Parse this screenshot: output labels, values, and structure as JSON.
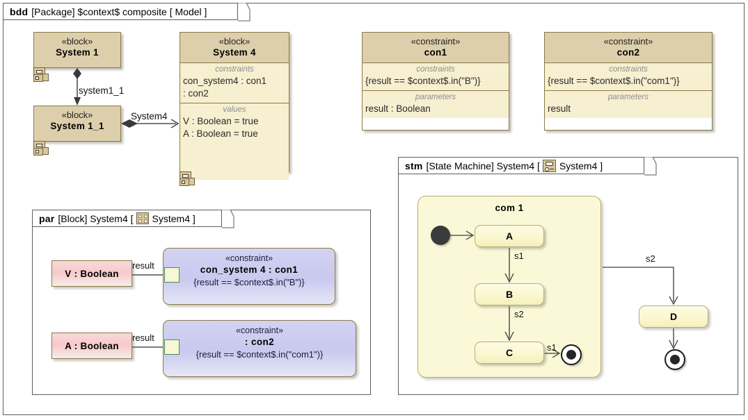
{
  "bdd": {
    "tab": {
      "kind": "bdd",
      "type": "[Package]",
      "name": "$context$ composite",
      "scope": "[ Model ]"
    },
    "blocks": [
      {
        "stereotype": "«block»",
        "name": "System 1"
      },
      {
        "stereotype": "«block»",
        "name": "System 1_1"
      },
      {
        "stereotype": "«block»",
        "name": "System 4",
        "constraints_title": "constraints",
        "constraints": [
          "con_system4 : con1",
          ": con2"
        ],
        "values_title": "values",
        "values": [
          "V : Boolean = true",
          "A : Boolean = true"
        ]
      }
    ],
    "edges": [
      {
        "label": "system1_1"
      },
      {
        "label": "System4"
      }
    ],
    "constraint_blocks": [
      {
        "stereotype": "«constraint»",
        "name": "con1",
        "constraints_title": "constraints",
        "constraint_expr": "{result == $context$.in(\"B\")}",
        "parameters_title": "parameters",
        "parameters": [
          "result : Boolean"
        ]
      },
      {
        "stereotype": "«constraint»",
        "name": "con2",
        "constraints_title": "constraints",
        "constraint_expr": "{result == $context$.in(\"com1\")}",
        "parameters_title": "parameters",
        "parameters": [
          "result"
        ]
      }
    ]
  },
  "par": {
    "tab": {
      "kind": "par",
      "type": "[Block]",
      "name": "System4",
      "scope_open": "[",
      "scope_icon": "block-definition-icon",
      "scope_name": "System4",
      "scope_close": "]"
    },
    "properties": [
      {
        "label": "V : Boolean",
        "pin": "result"
      },
      {
        "label": "A : Boolean",
        "pin": "result"
      }
    ],
    "constraints": [
      {
        "stereotype": "«constraint»",
        "name": "con_system 4 : con1",
        "expr": "{result == $context$.in(\"B\")}"
      },
      {
        "stereotype": "«constraint»",
        "name": ": con2",
        "expr": "{result == $context$.in(\"com1\")}"
      }
    ]
  },
  "stm": {
    "tab": {
      "kind": "stm",
      "type": "[State Machine]",
      "name": "System4",
      "scope_open": "[",
      "scope_icon": "state-machine-icon",
      "scope_name": "System4",
      "scope_close": "]"
    },
    "region": {
      "name": "com 1"
    },
    "states": [
      {
        "name": "A"
      },
      {
        "name": "B"
      },
      {
        "name": "C"
      },
      {
        "name": "D"
      }
    ],
    "pseudostates": [
      {
        "kind": "initial-state"
      },
      {
        "kind": "final-state-inner"
      },
      {
        "kind": "final-state-outer"
      }
    ],
    "transitions": [
      {
        "from": "initial",
        "to": "A",
        "label": ""
      },
      {
        "from": "A",
        "to": "B",
        "label": "s1"
      },
      {
        "from": "B",
        "to": "C",
        "label": "s2"
      },
      {
        "from": "C",
        "to": "final-inner",
        "label": "s1"
      },
      {
        "from": "com 1",
        "to": "D",
        "label": "s2"
      },
      {
        "from": "D",
        "to": "final-outer",
        "label": ""
      }
    ]
  },
  "colors": {
    "block_header": "#ddcfab",
    "block_body": "#f6efd0",
    "block_border": "#8a7a46",
    "property_pink": "#f7c9ca",
    "constraint_lavender": "#c9c9ef",
    "state_yellow": "#fbf7cf",
    "region_yellow": "#fbf8d7",
    "frame_border": "#5d5d5d"
  }
}
